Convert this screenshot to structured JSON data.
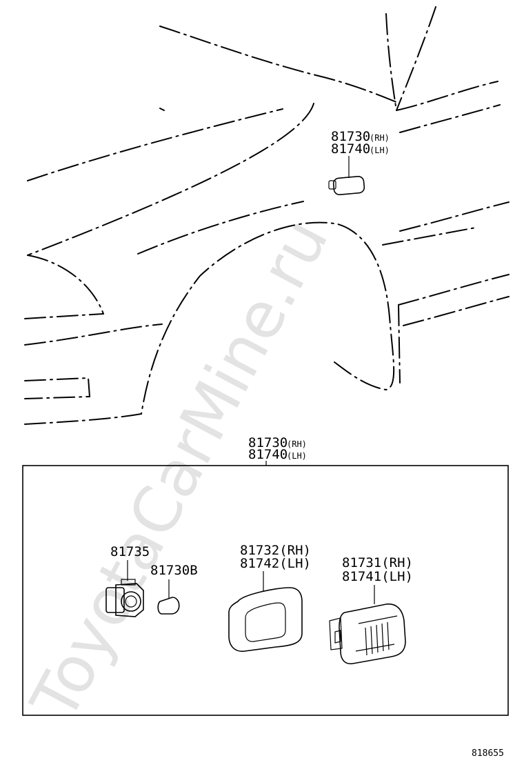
{
  "watermark": "ToyotaCarMine.ru",
  "diagram_id": "818655",
  "callouts": {
    "car_upper": {
      "part_a": "81730",
      "part_a_side": "(RH)",
      "part_b": "81740",
      "part_b_side": "(LH)"
    },
    "box_top": {
      "part_a": "81730",
      "part_a_side": "(RH)",
      "part_b": "81740",
      "part_b_side": "(LH)"
    },
    "socket": {
      "part": "81735"
    },
    "bulb": {
      "part": "81730B"
    },
    "gasket": {
      "line1": "81732(RH)",
      "line2": "81742(LH)"
    },
    "lens": {
      "line1": "81731(RH)",
      "line2": "81741(LH)"
    }
  }
}
